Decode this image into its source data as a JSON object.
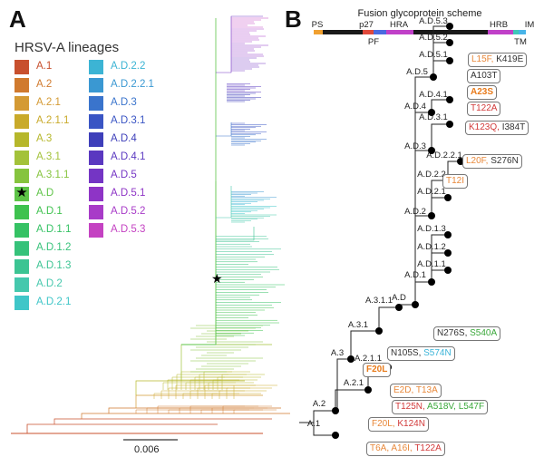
{
  "panel_a": {
    "letter": "A",
    "legend_title": "HRSV-A lineages",
    "scale_label": "0.006",
    "legend": [
      {
        "label": "A.1",
        "color": "#c8502e"
      },
      {
        "label": "A.2",
        "color": "#d07a2e"
      },
      {
        "label": "A.2.1",
        "color": "#d49a34"
      },
      {
        "label": "A.2.1.1",
        "color": "#c9aa2a"
      },
      {
        "label": "A.3",
        "color": "#b6b72b"
      },
      {
        "label": "A.3.1",
        "color": "#a3c23a"
      },
      {
        "label": "A.3.1.1",
        "color": "#86c43e"
      },
      {
        "label": "A.D",
        "color": "#5ec447",
        "star": "★"
      },
      {
        "label": "A.D.1",
        "color": "#3fc24f"
      },
      {
        "label": "A.D.1.1",
        "color": "#35c264"
      },
      {
        "label": "A.D.1.2",
        "color": "#36c27a"
      },
      {
        "label": "A.D.1.3",
        "color": "#3cc493"
      },
      {
        "label": "A.D.2",
        "color": "#45c8ad"
      },
      {
        "label": "A.D.2.1",
        "color": "#3fc6c8"
      },
      {
        "label": "A.D.2.2",
        "color": "#3cb4d4"
      },
      {
        "label": "A.D.2.2.1",
        "color": "#3a98d2"
      },
      {
        "label": "A.D.3",
        "color": "#3a74cc"
      },
      {
        "label": "A.D.3.1",
        "color": "#3a55c4"
      },
      {
        "label": "A.D.4",
        "color": "#3e3fba"
      },
      {
        "label": "A.D.4.1",
        "color": "#5a38c0"
      },
      {
        "label": "A.D.5",
        "color": "#7435c4"
      },
      {
        "label": "A.D.5.1",
        "color": "#8e34c6"
      },
      {
        "label": "A.D.5.2",
        "color": "#a83bc8"
      },
      {
        "label": "A.D.5.3",
        "color": "#c442c2"
      }
    ]
  },
  "panel_b": {
    "letter": "B",
    "scheme_title": "Fusion glycoprotein scheme",
    "scheme_labels": {
      "ps": "PS",
      "p27": "p27",
      "pf": "PF",
      "hra": "HRA",
      "hrb": "HRB",
      "tm": "TM",
      "im": "IM"
    },
    "nodes": {
      "a1": "A.1",
      "a2": "A.2",
      "a21": "A.2.1",
      "a211": "A.2.1.1",
      "a3": "A.3",
      "a31": "A.3.1",
      "a311": "A.3.1.1",
      "ad": "A.D",
      "ad1": "A.D.1",
      "ad11": "A.D.1.1",
      "ad12": "A.D.1.2",
      "ad13": "A.D.1.3",
      "ad2": "A.D.2",
      "ad21": "A.D.2.1",
      "ad22": "A.D.2.2",
      "ad221": "A.D.2.2.1",
      "ad3": "A.D.3",
      "ad31": "A.D.3.1",
      "ad4": "A.D.4",
      "ad41": "A.D.4.1",
      "ad5": "A.D.5",
      "ad51": "A.D.5.1",
      "ad52": "A.D.5.2",
      "ad53": "A.D.5.3"
    },
    "mutations": {
      "ad53": [
        "L15F",
        "K419E"
      ],
      "ad52": [
        "A103T"
      ],
      "ad51": [
        "A23S"
      ],
      "ad5": [
        "T122A"
      ],
      "ad41": [
        "K123Q",
        "I384T"
      ],
      "ad31": [
        "L20F",
        "S276N"
      ],
      "ad3": [
        "T12I"
      ],
      "ad": [
        "N276S",
        "S540A"
      ],
      "a31": [
        "N105S",
        "S574N"
      ],
      "a3": [
        "F20L"
      ],
      "a211": [
        "E2D",
        "T13A"
      ],
      "a21": [
        "T125N",
        "A518V",
        "L547F"
      ],
      "a2": [
        "F20L",
        "K124N"
      ],
      "a1": [
        "T6A",
        "A16I",
        "T122A"
      ]
    },
    "mutation_colors": {
      "orange": "#e8883a",
      "red": "#d23a3a",
      "dark": "#333333",
      "green": "#3aa83a",
      "cyan": "#3ab4d8",
      "bold_orange": "#e87a1a"
    },
    "scheme_colors": {
      "ps": "#f0a030",
      "p27": "#e0483a",
      "pf": "#4a6ae0",
      "hr": "#c040c8",
      "tm": "#3ec8b8",
      "im": "#48b4e8",
      "base": "#1a1a1a"
    }
  }
}
